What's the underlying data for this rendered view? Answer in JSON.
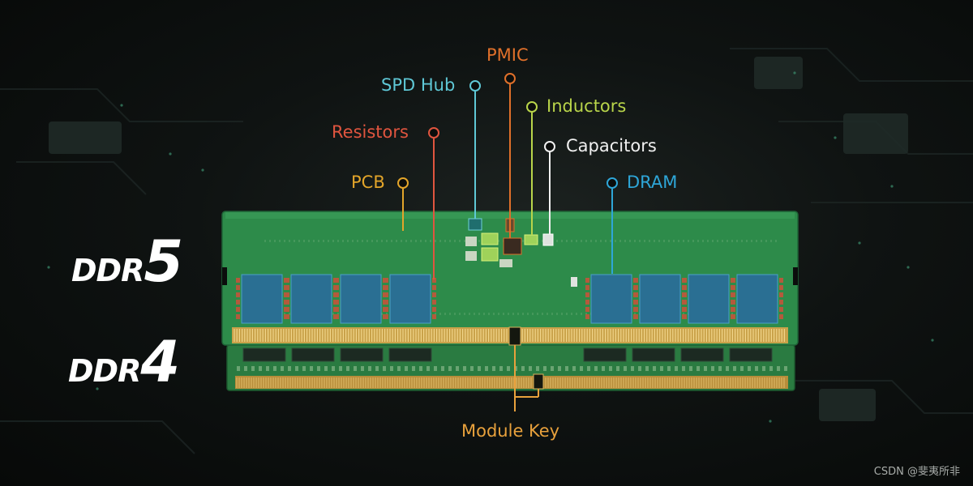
{
  "labels": {
    "pmic": "PMIC",
    "spd_hub": "SPD Hub",
    "inductors": "Inductors",
    "resistors": "Resistors",
    "capacitors": "Capacitors",
    "pcb": "PCB",
    "dram": "DRAM",
    "module_key": "Module Key"
  },
  "modules": {
    "ddr5_text": "DDR",
    "ddr5_num": "5",
    "ddr4_text": "DDR",
    "ddr4_num": "4"
  },
  "watermark": "CSDN @斐夷所非",
  "colors": {
    "pmic": "#e0702a",
    "spd_hub": "#5fc8d6",
    "inductors": "#b9d54a",
    "resistors": "#e0553f",
    "capacitors": "#f0f0f0",
    "pcb": "#e3a52a",
    "dram": "#2ea6d8",
    "module_key": "#e8a13c",
    "pcb_green": "#2d8b4a",
    "gold": "#c9a24a",
    "chip": "#2a6f93"
  }
}
